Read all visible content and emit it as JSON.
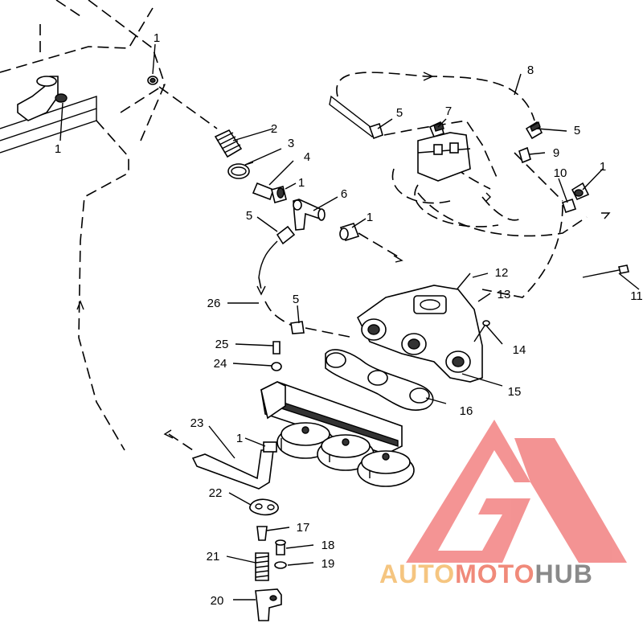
{
  "labels": [
    {
      "id": "l1a",
      "text": "1"
    },
    {
      "id": "l1b",
      "text": "1"
    },
    {
      "id": "l1c",
      "text": "1"
    },
    {
      "id": "l1d",
      "text": "1"
    },
    {
      "id": "l1e",
      "text": "1"
    },
    {
      "id": "l1f",
      "text": "1"
    },
    {
      "id": "l2",
      "text": "2"
    },
    {
      "id": "l3",
      "text": "3"
    },
    {
      "id": "l4",
      "text": "4"
    },
    {
      "id": "l5a",
      "text": "5"
    },
    {
      "id": "l5b",
      "text": "5"
    },
    {
      "id": "l5c",
      "text": "5"
    },
    {
      "id": "l5d",
      "text": "5"
    },
    {
      "id": "l6",
      "text": "6"
    },
    {
      "id": "l7",
      "text": "7"
    },
    {
      "id": "l8",
      "text": "8"
    },
    {
      "id": "l9",
      "text": "9"
    },
    {
      "id": "l10",
      "text": "10"
    },
    {
      "id": "l11",
      "text": "11"
    },
    {
      "id": "l12",
      "text": "12"
    },
    {
      "id": "l13",
      "text": "13"
    },
    {
      "id": "l14",
      "text": "14"
    },
    {
      "id": "l15",
      "text": "15"
    },
    {
      "id": "l16",
      "text": "16"
    },
    {
      "id": "l17",
      "text": "17"
    },
    {
      "id": "l18",
      "text": "18"
    },
    {
      "id": "l19",
      "text": "19"
    },
    {
      "id": "l20",
      "text": "20"
    },
    {
      "id": "l21",
      "text": "21"
    },
    {
      "id": "l22",
      "text": "22"
    },
    {
      "id": "l23",
      "text": "23"
    },
    {
      "id": "l24",
      "text": "24"
    },
    {
      "id": "l25",
      "text": "25"
    },
    {
      "id": "l26",
      "text": "26"
    }
  ],
  "watermark": {
    "part1": "AUTO",
    "part2": "MOTO",
    "part3": "HUB",
    "color_light": "#f5c580",
    "color_mid": "#f08a7a",
    "color_dark": "#8a8a8a",
    "logo_color": "#f07070"
  }
}
